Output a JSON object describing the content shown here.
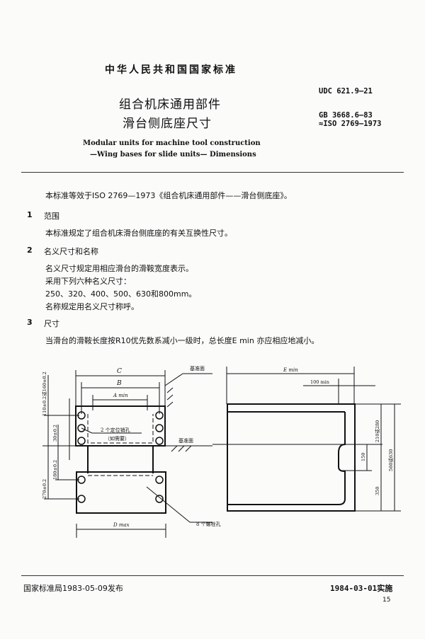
{
  "header": {
    "country_standard": "中华人民共和国国家标准",
    "title_line1": "组合机床通用部件",
    "title_line2": "滑台侧底座尺寸",
    "english_line1": "Modular units for machine tool construction",
    "english_line2": "—Wing bases for slide units— Dimensions",
    "udc": "UDC 621.9—21",
    "gb": "GB 3668.6—83",
    "iso": "≈ISO 2769—1973"
  },
  "body": {
    "intro": "本标准等效于ISO 2769—1973《组合机床通用部件——滑台侧底座》。",
    "sections": [
      {
        "number": "1",
        "title": "范围",
        "paragraphs": [
          "本标准规定了组合机床滑台侧底座的有关互换性尺寸。"
        ]
      },
      {
        "number": "2",
        "title": "名义尺寸和名称",
        "paragraphs": [
          "名义尺寸规定用相应滑台的滑鞍宽度表示。",
          "采用下列六种名义尺寸：",
          "250、320、400、500、630和800mm。",
          "名称规定用名义尺寸称呼。"
        ]
      },
      {
        "number": "3",
        "title": "尺寸",
        "paragraphs": [
          "当滑台的滑鞍长度按R10优先数系减小一级时，总长度E min 亦应相应地减小。"
        ]
      }
    ]
  },
  "figure": {
    "left": {
      "dim_c": "C",
      "dim_b": "B",
      "dim_a": "A min",
      "dim_d": "D max",
      "ref_surface_top": "基准面",
      "ref_surface_mid": "基准面",
      "dowel_label": "2 个定位销孔",
      "dowel_note": "（如需要）",
      "bolt_label": "8 个螺栓孔",
      "dim_110": "110±0.2或160±0.2",
      "dim_30": "30±0.2",
      "dim_180": "180±0.2",
      "dim_270": "270±0.2"
    },
    "right": {
      "dim_e": "E min",
      "dim_100": "100 min",
      "dim_210": "210或280",
      "dim_560": "560或630",
      "dim_150": "150",
      "dim_350": "350"
    }
  },
  "footer": {
    "issuer": "国家标准局1983-05-09发布",
    "effective": "1984-03-01实施",
    "page_number": "15"
  }
}
